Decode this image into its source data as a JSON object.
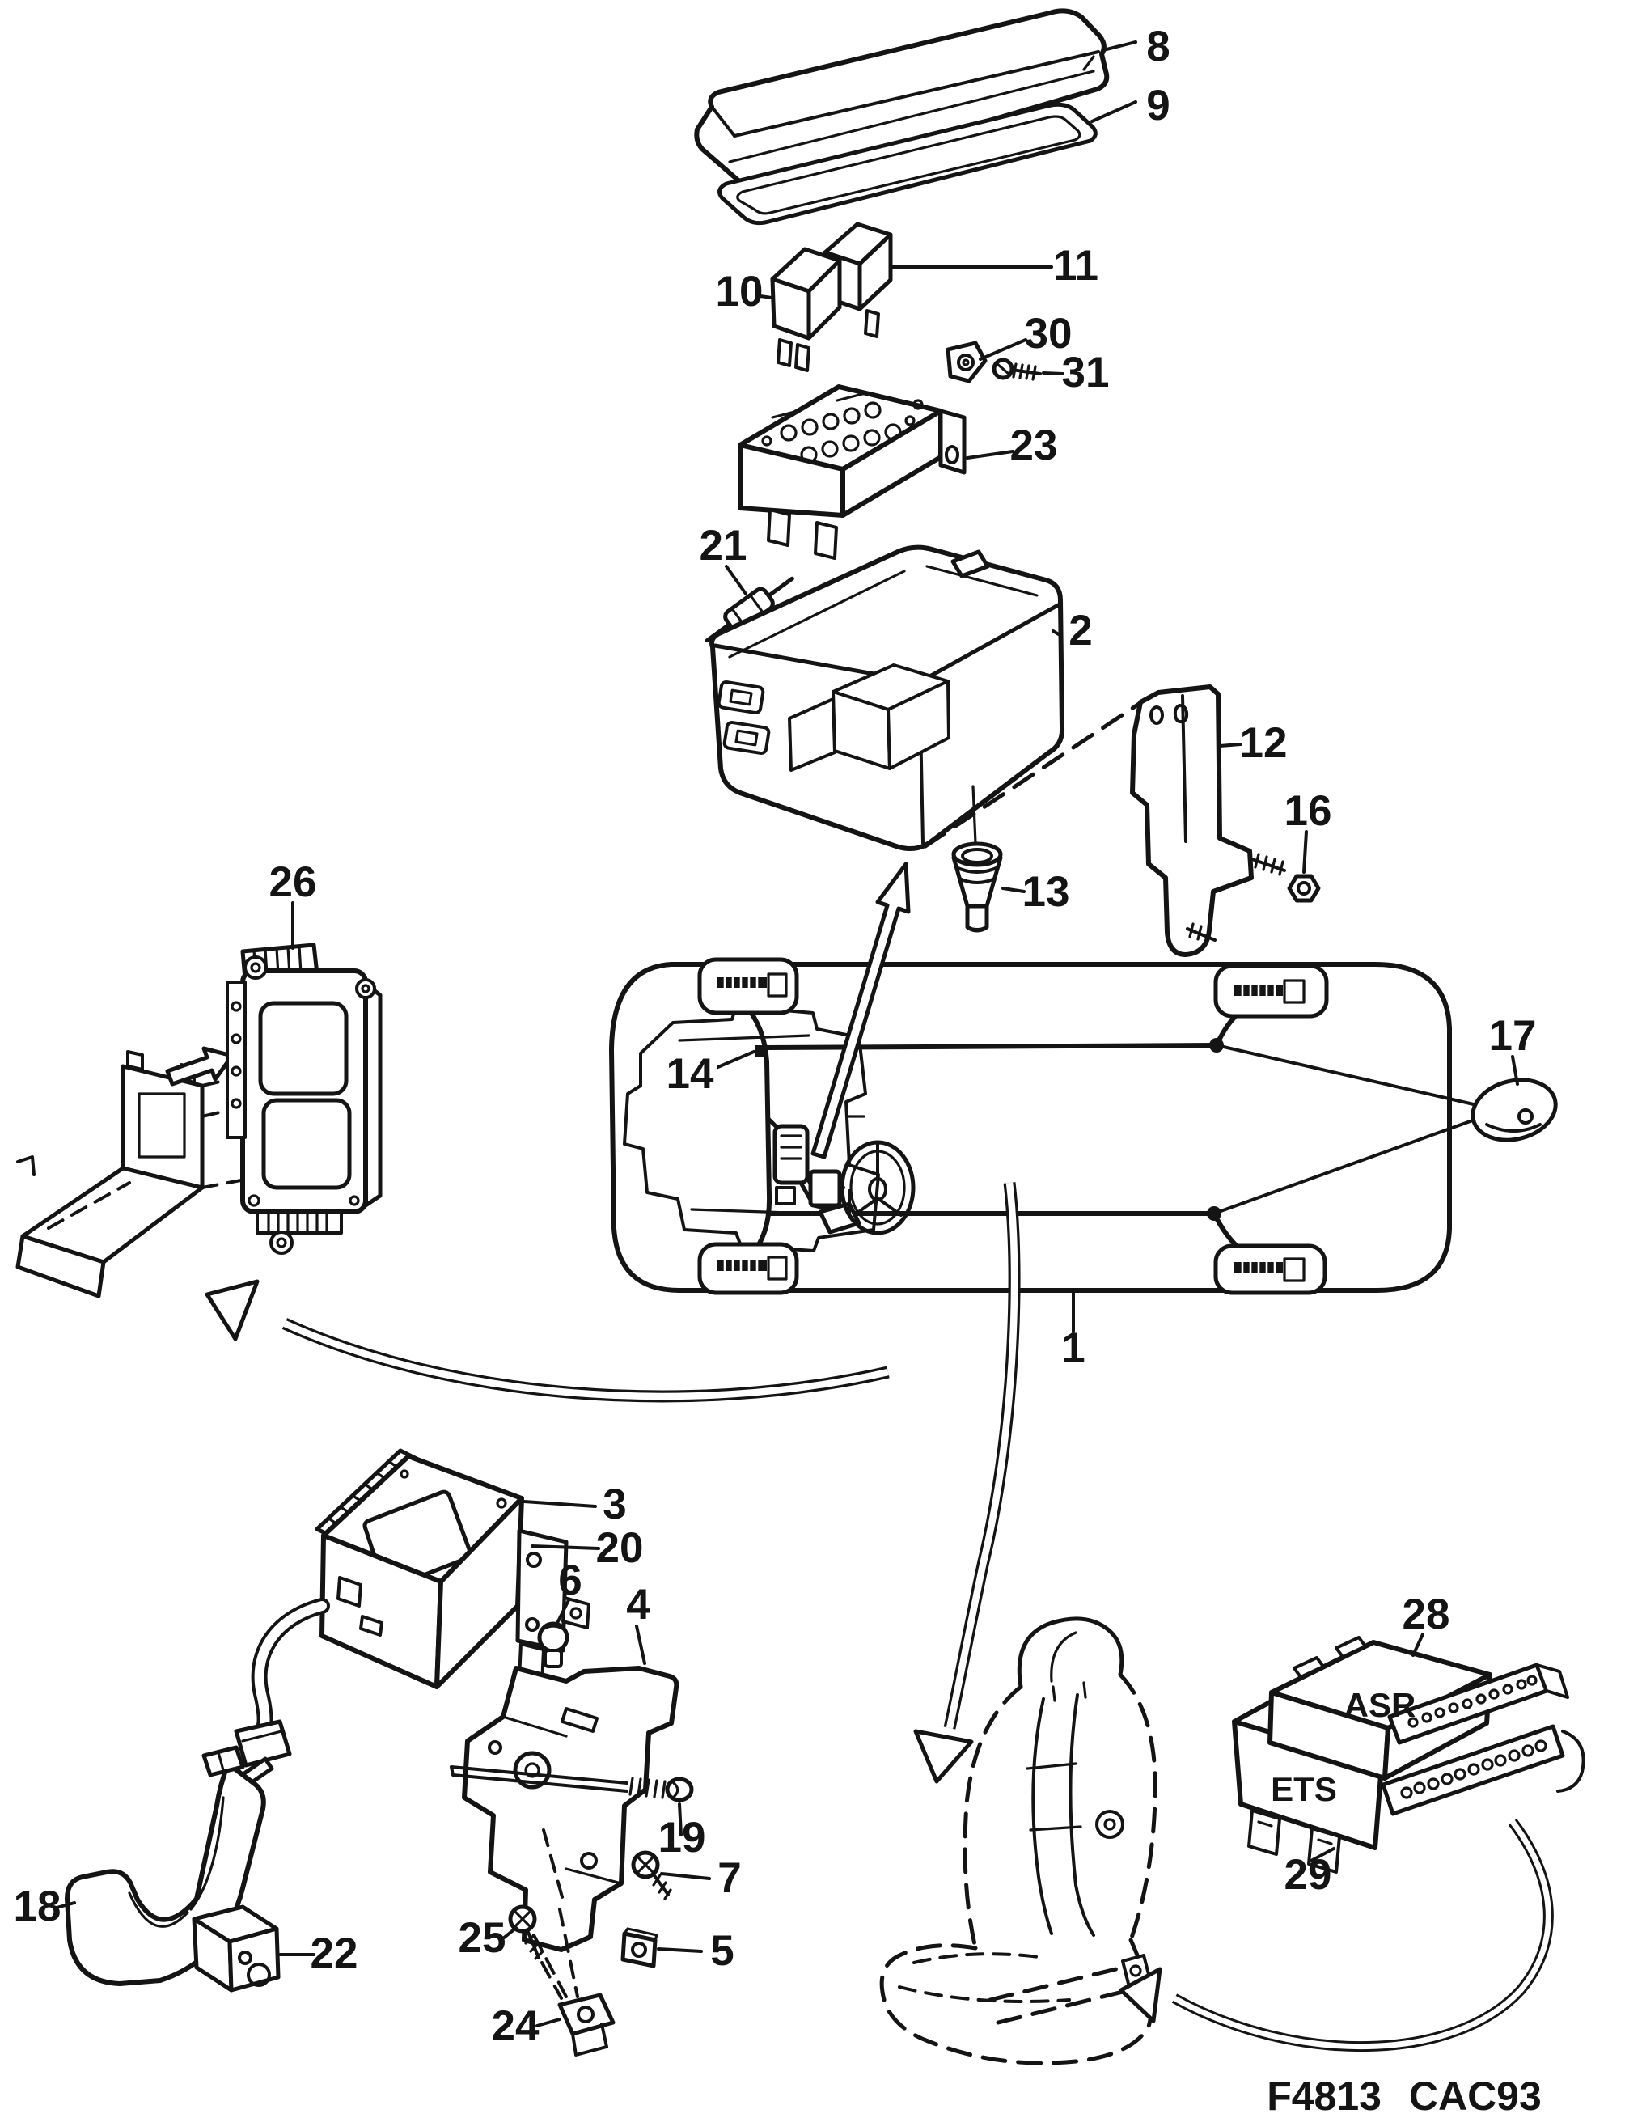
{
  "diagram": {
    "type": "exploded-parts-diagram",
    "footer_code": "F4813 CAC93",
    "module_labels": {
      "asr": "ASR",
      "ets": "ETS"
    },
    "line_color": "#141414",
    "background": "#ffffff"
  },
  "callouts": {
    "c1": "1",
    "c2": "2",
    "c3": "3",
    "c4": "4",
    "c5": "5",
    "c6": "6",
    "c7": "7",
    "c8": "8",
    "c9": "9",
    "c10": "10",
    "c11": "11",
    "c12": "12",
    "c13": "13",
    "c14": "14",
    "c16": "16",
    "c17": "17",
    "c18": "18",
    "c19": "19",
    "c20": "20",
    "c21": "21",
    "c22": "22",
    "c23": "23",
    "c24": "24",
    "c25": "25",
    "c26": "26",
    "c28": "28",
    "c29": "29",
    "c30": "30",
    "c31": "31"
  }
}
